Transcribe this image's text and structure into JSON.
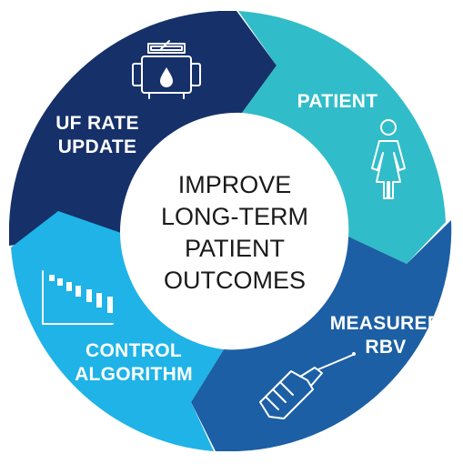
{
  "center": {
    "lines": [
      "IMPROVE",
      "LONG-TERM",
      "PATIENT",
      "OUTCOMES"
    ]
  },
  "segments": [
    {
      "key": "uf_rate_update",
      "lines": [
        "UF RATE",
        "UPDATE"
      ],
      "color": "#16306a",
      "icon": "dialysis-machine-icon"
    },
    {
      "key": "patient",
      "lines": [
        "PATIENT"
      ],
      "color": "#31bcc9",
      "icon": "person-icon"
    },
    {
      "key": "measured_rbv",
      "lines": [
        "MEASURED",
        "RBV"
      ],
      "color": "#1c5fa5",
      "icon": "blood-volume-sensor-icon"
    },
    {
      "key": "control_algorithm",
      "lines": [
        "CONTROL",
        "ALGORITHM"
      ],
      "color": "#1fb3e7",
      "icon": "step-chart-icon"
    }
  ]
}
